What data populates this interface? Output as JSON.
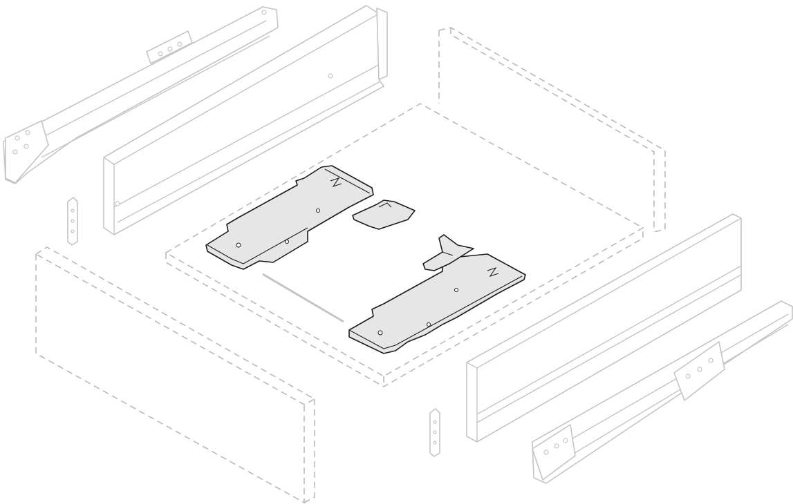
{
  "diagram": {
    "colors": {
      "background": "#ffffff",
      "ghosted_parts": "#c4c4c4",
      "dashed_outline": "#b9b9b9",
      "highlighted_parts_fill": "#e6e6e6",
      "highlighted_parts_stroke": "#1a1a1a"
    },
    "components": [
      "left-drawer-runner",
      "left-drawer-side",
      "back-panel",
      "drawer-bottom",
      "front-panel",
      "right-drawer-side",
      "right-drawer-runner",
      "left-front-fixing-bracket",
      "right-front-fixing-bracket",
      "left-coupling-plate",
      "right-coupling-plate",
      "left-rear-bracket",
      "right-rear-bracket",
      "synchronisation-rod"
    ]
  }
}
